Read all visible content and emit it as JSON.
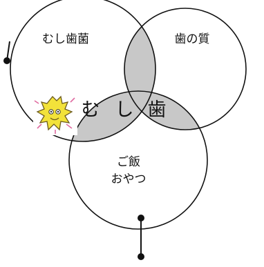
{
  "diagram": {
    "circles": [
      {
        "name": "tooth-decay-bacteria",
        "label": "むし歯菌"
      },
      {
        "name": "tooth-quality",
        "label": "歯の質"
      },
      {
        "name": "meals-snacks",
        "label_lines": [
          "ご飯",
          "おやつ"
        ]
      }
    ],
    "center_label": {
      "chars": [
        "む",
        "し",
        "歯"
      ]
    },
    "colors": {
      "stroke": "#111111",
      "overlap_fill": "#c8c8c8",
      "mascot_body": "#f2e23a",
      "mascot_outline": "#6b5a1e",
      "mascot_accent": "#e06aa0"
    }
  }
}
